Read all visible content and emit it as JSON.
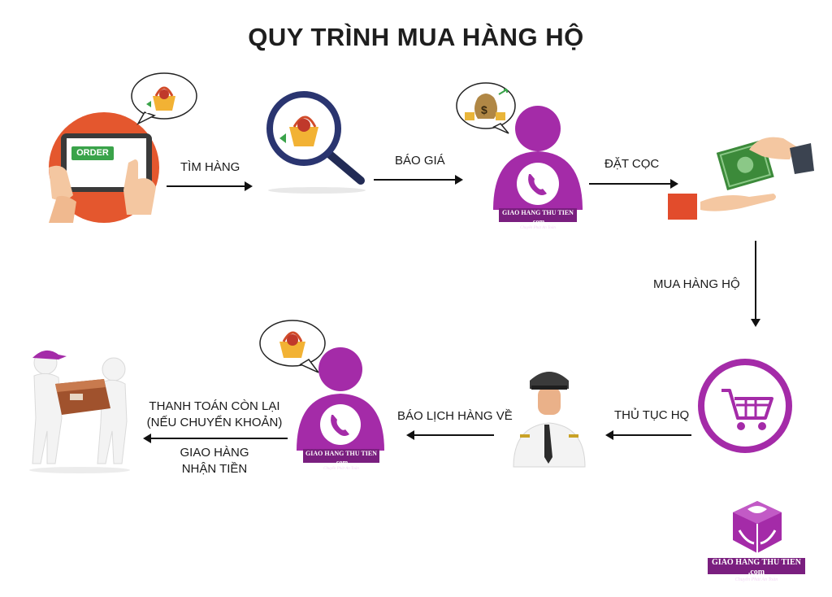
{
  "title": "QUY TRÌNH MUA HÀNG HỘ",
  "steps": {
    "tim_hang": "TÌM HÀNG",
    "bao_gia": "BÁO GIÁ",
    "dat_coc": "ĐẶT CỌC",
    "mua_hang_ho": "MUA HÀNG HỘ",
    "thu_tuc_hq": "THỦ TỤC HQ",
    "bao_lich_hang_ve": "BÁO LỊCH HÀNG VỀ",
    "thanh_toan_line1": "THANH TOÁN CÒN LẠI",
    "thanh_toan_line2": "(NẾU CHUYỂN KHOẢN)",
    "giao_hang_line1": "GIAO HÀNG",
    "giao_hang_line2": "NHẬN TIỀN"
  },
  "order_button": "ORDER",
  "brand": {
    "name": "GIAO HANG THU TIEN .com",
    "tagline": "Chuyển Phát An Toàn"
  },
  "colors": {
    "accent_purple": "#a42ba8",
    "tablet_orange": "#e4572e",
    "order_green": "#3aa34a",
    "arrow": "#111111"
  }
}
